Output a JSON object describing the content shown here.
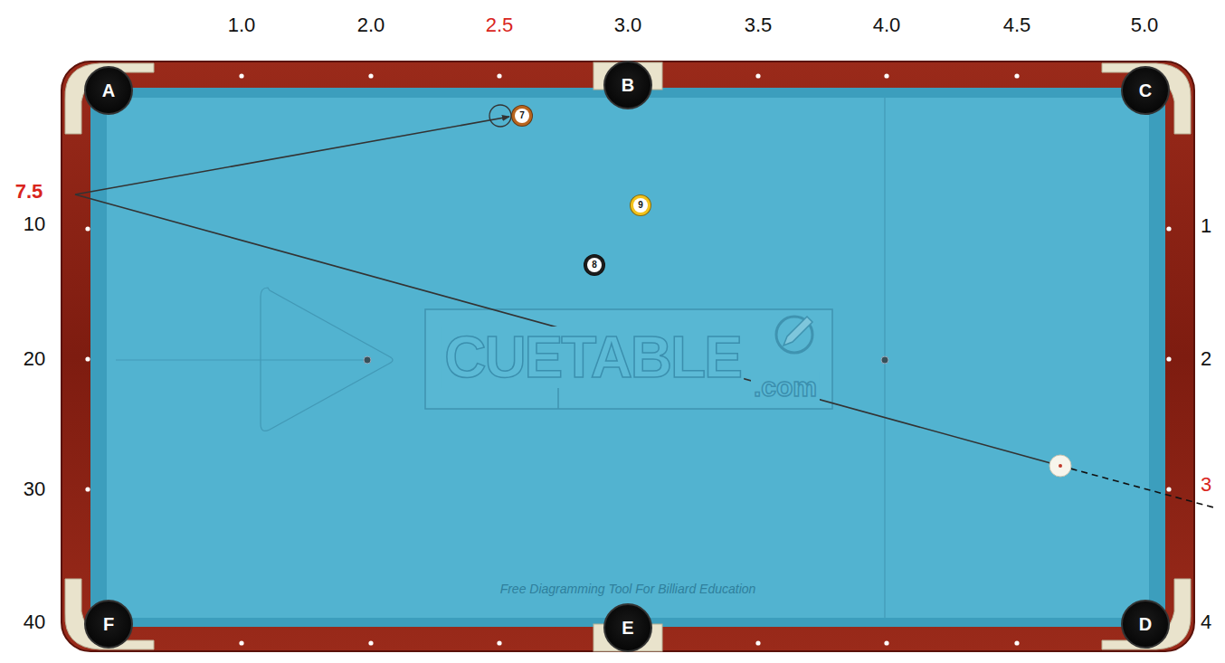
{
  "diagram": {
    "nodes": [
      {
        "text": [
          "A"
        ]
      },
      {
        "text": [
          "B"
        ]
      },
      {
        "text": [
          "C"
        ]
      },
      {
        "text": [
          "7"
        ]
      },
      {
        "text": [
          "9"
        ]
      },
      {
        "text": [
          "8"
        ]
      },
      {
        "text": [
          "F"
        ]
      },
      {
        "text": [
          "E"
        ]
      },
      {
        "text": [
          "D"
        ]
      }
    ],
    "labels": [
      "1.0",
      "2.0",
      "2.5",
      "3.0",
      "3.5",
      "4.0",
      "4.5",
      "5.0",
      "7.5",
      "10",
      "20",
      "30",
      "40",
      "1",
      "2",
      "3",
      "4",
      "CUETABLE",
      ".com",
      "Free Diagramming Tool For Billiard Education"
    ]
  }
}
